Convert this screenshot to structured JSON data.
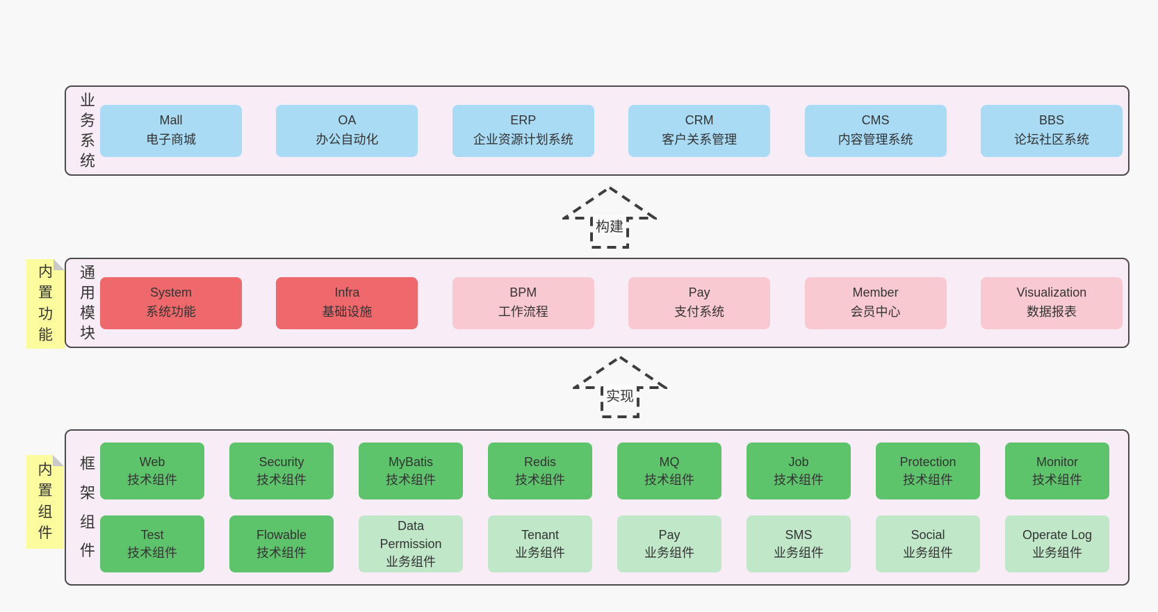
{
  "colors": {
    "page_bg": "#f8f8f8",
    "panel_bg": "#f8edf6",
    "panel_border": "#4a4a4a",
    "box_blue": "#a9dbf5",
    "box_red": "#ee686c",
    "box_pink": "#f9c9d1",
    "box_green_dark": "#5ec46c",
    "box_green_light": "#bfe7c8",
    "sticky_note_yellow": "#fcfc9f",
    "arrow_dash": "#3d3d3d",
    "text": "#333333"
  },
  "sections": {
    "business": {
      "label": "业务系统",
      "boxes": [
        {
          "title": "Mall",
          "subtitle": "电子商城",
          "variant": "blue"
        },
        {
          "title": "OA",
          "subtitle": "办公自动化",
          "variant": "blue"
        },
        {
          "title": "ERP",
          "subtitle": "企业资源计划系统",
          "variant": "blue"
        },
        {
          "title": "CRM",
          "subtitle": "客户关系管理",
          "variant": "blue"
        },
        {
          "title": "CMS",
          "subtitle": "内容管理系统",
          "variant": "blue"
        },
        {
          "title": "BBS",
          "subtitle": "论坛社区系统",
          "variant": "blue"
        }
      ]
    },
    "modules": {
      "label": "通用模块",
      "boxes": [
        {
          "title": "System",
          "subtitle": "系统功能",
          "variant": "red"
        },
        {
          "title": "Infra",
          "subtitle": "基础设施",
          "variant": "red"
        },
        {
          "title": "BPM",
          "subtitle": "工作流程",
          "variant": "pink"
        },
        {
          "title": "Pay",
          "subtitle": "支付系统",
          "variant": "pink"
        },
        {
          "title": "Member",
          "subtitle": "会员中心",
          "variant": "pink"
        },
        {
          "title": "Visualization",
          "subtitle": "数据报表",
          "variant": "pink"
        }
      ]
    },
    "framework": {
      "label": "框架组件",
      "row1": [
        {
          "title": "Web",
          "subtitle": "技术组件",
          "variant": "green"
        },
        {
          "title": "Security",
          "subtitle": "技术组件",
          "variant": "green"
        },
        {
          "title": "MyBatis",
          "subtitle": "技术组件",
          "variant": "green"
        },
        {
          "title": "Redis",
          "subtitle": "技术组件",
          "variant": "green"
        },
        {
          "title": "MQ",
          "subtitle": "技术组件",
          "variant": "green"
        },
        {
          "title": "Job",
          "subtitle": "技术组件",
          "variant": "green"
        },
        {
          "title": "Protection",
          "subtitle": "技术组件",
          "variant": "green"
        },
        {
          "title": "Monitor",
          "subtitle": "技术组件",
          "variant": "green"
        }
      ],
      "row2": [
        {
          "title": "Test",
          "subtitle": "技术组件",
          "variant": "green"
        },
        {
          "title": "Flowable",
          "subtitle": "技术组件",
          "variant": "green"
        },
        {
          "title": "Data Permission",
          "subtitle": "业务组件",
          "variant": "green-light"
        },
        {
          "title": "Tenant",
          "subtitle": "业务组件",
          "variant": "green-light"
        },
        {
          "title": "Pay",
          "subtitle": "业务组件",
          "variant": "green-light"
        },
        {
          "title": "SMS",
          "subtitle": "业务组件",
          "variant": "green-light"
        },
        {
          "title": "Social",
          "subtitle": "业务组件",
          "variant": "green-light"
        },
        {
          "title": "Operate Log",
          "subtitle": "业务组件",
          "variant": "green-light"
        }
      ]
    }
  },
  "arrows": {
    "build_label": "构建",
    "implement_label": "实现"
  },
  "notes": {
    "builtin_features": "内置功能",
    "builtin_components": "内置组件"
  }
}
